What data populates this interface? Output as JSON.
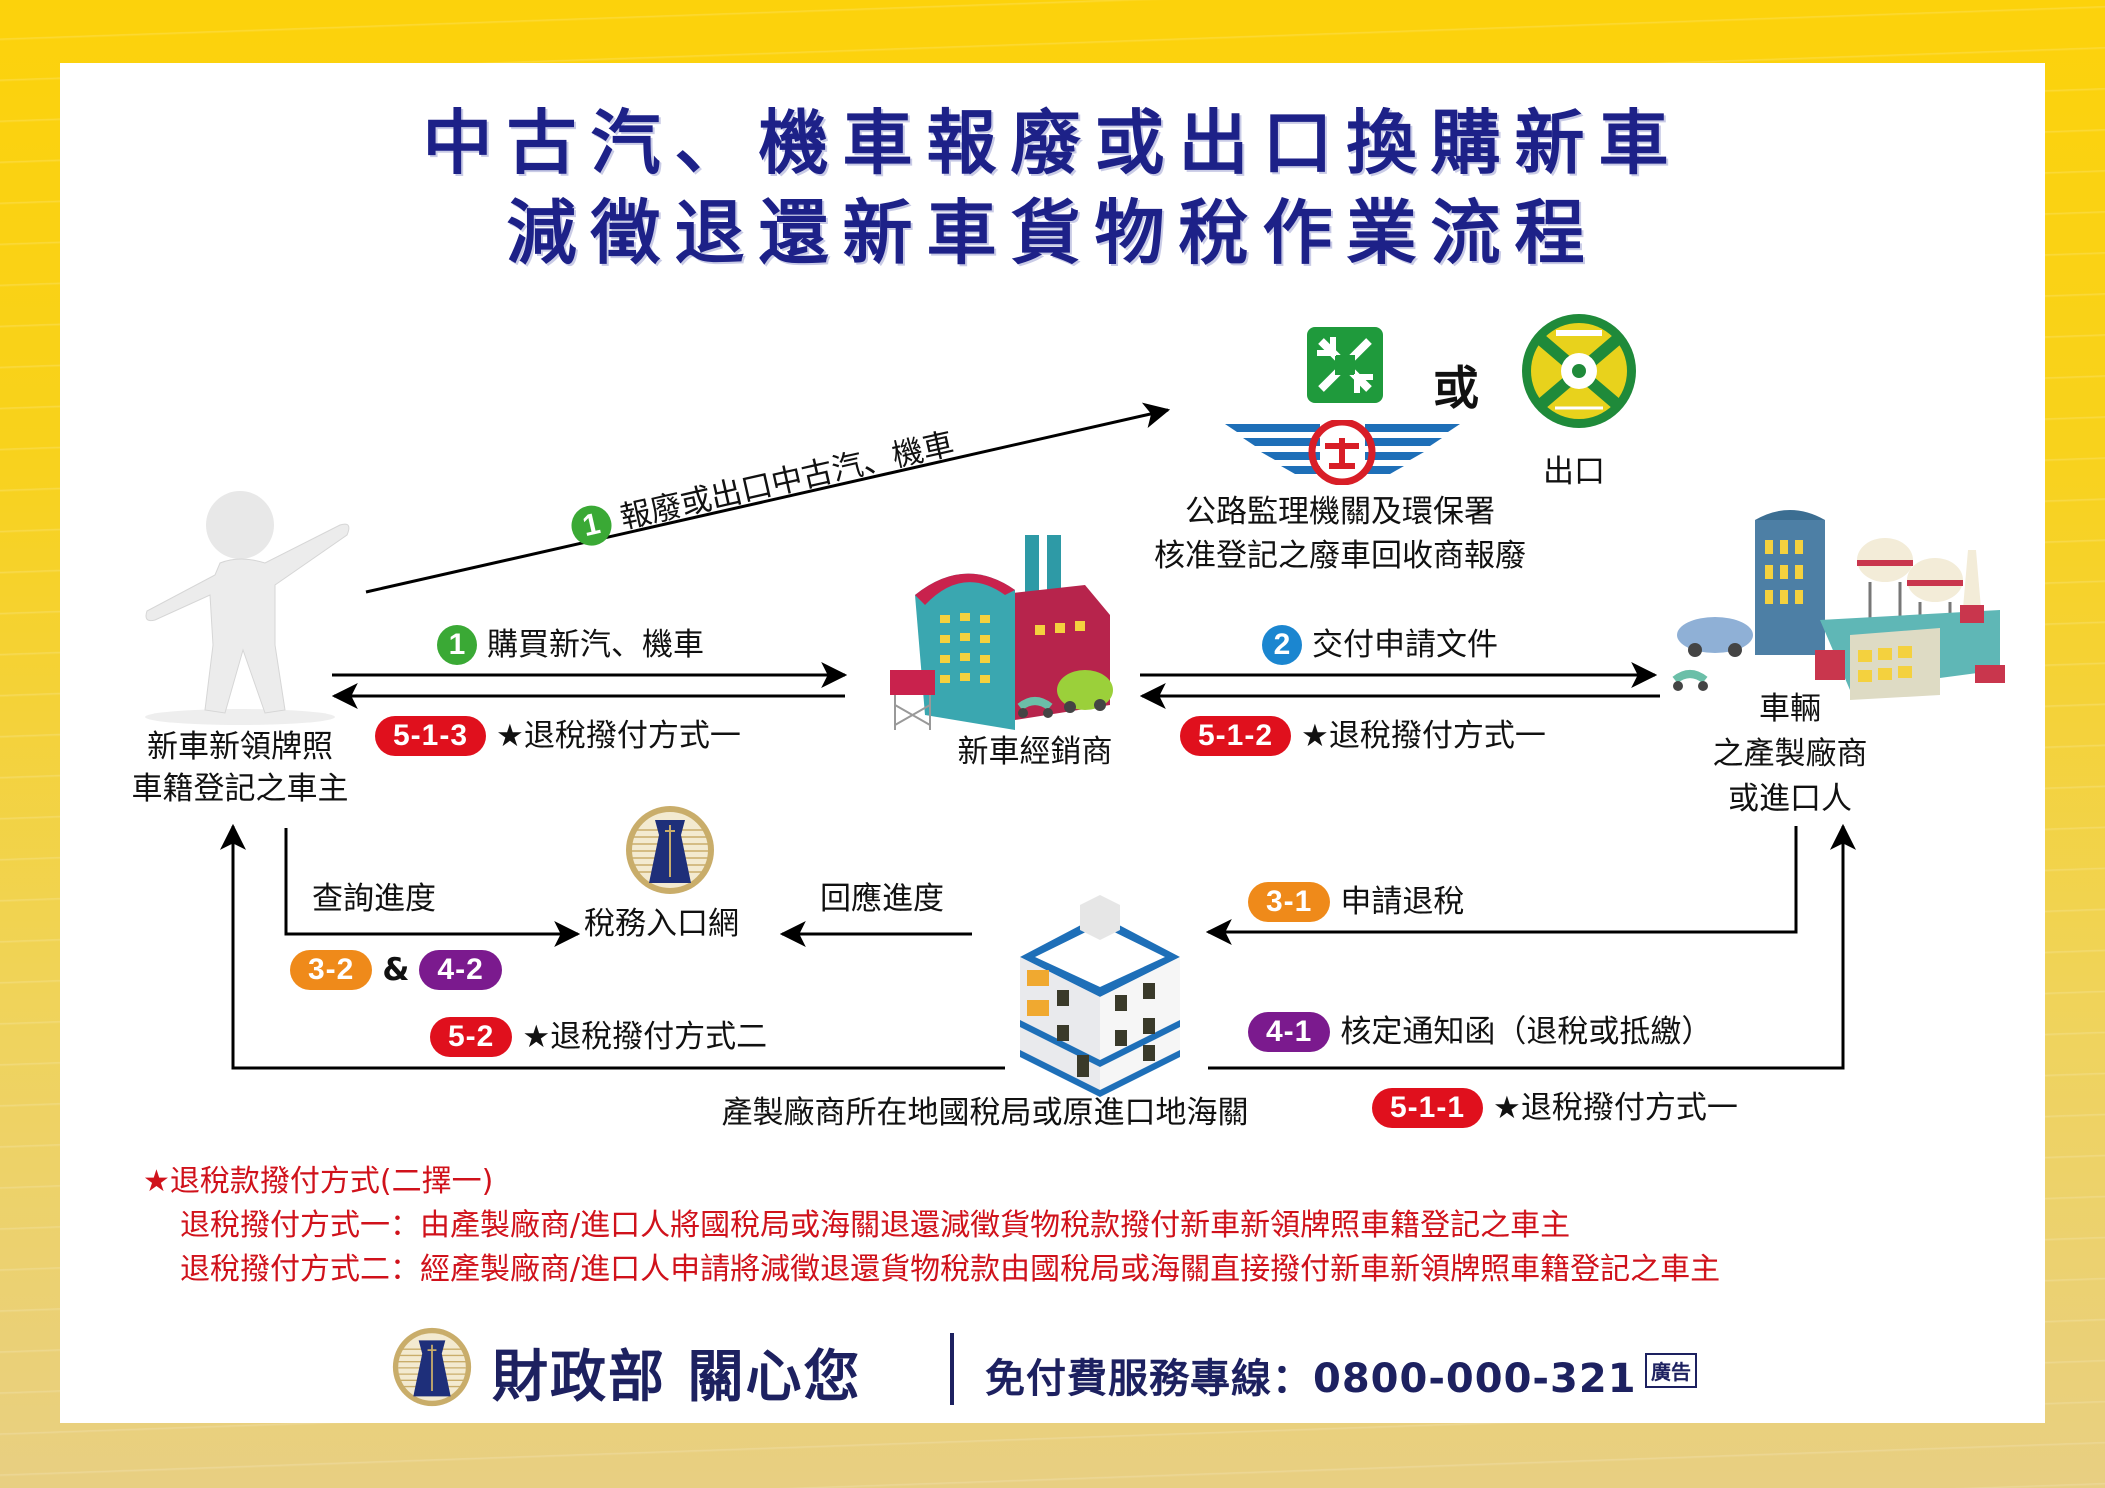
{
  "title": {
    "line1": "中古汽、機車報廢或出口換購新車",
    "line2": "減徵退還新車貨物稅作業流程"
  },
  "colors": {
    "title_navy": "#1d2188",
    "green_step": "#3aa935",
    "blue_step": "#1b86d0",
    "red_step": "#e0101d",
    "orange_step": "#ef8a1a",
    "purple_step": "#7b1a8e",
    "note_red": "#d0121b",
    "frame_yellow": "#fcd20b"
  },
  "nodes": {
    "owner": {
      "icon": "person-3d-icon",
      "line1": "新車新領牌照",
      "line2": "車籍登記之車主"
    },
    "dealer": {
      "icon": "dealer-factory-icon",
      "label": "新車經銷商"
    },
    "manufacturer": {
      "icon": "manufacturer-factory-icon",
      "line1": "車輛",
      "line2": "之產製廠商",
      "line3": "或進口人"
    },
    "scrap": {
      "icons": [
        "epa-recycle-logo",
        "highway-bureau-logo"
      ],
      "or_label": "或",
      "line1": "公路監理機關及環保署",
      "line2": "核准登記之廢車回收商報廢"
    },
    "export": {
      "icon": "customs-emblem-logo",
      "label": "出口"
    },
    "tax_portal": {
      "icon": "mof-emblem-icon",
      "label": "稅務入口網"
    },
    "tax_office": {
      "icon": "office-building-icon",
      "label": "產製廠商所在地國稅局或原進口地海關"
    }
  },
  "steps": {
    "s1_scrap": {
      "badge": "1",
      "text": "報廢或出口中古汽、機車"
    },
    "s1_buy": {
      "badge": "1",
      "text": "購買新汽、機車"
    },
    "s2": {
      "badge": "2",
      "text": "交付申請文件"
    },
    "s513": {
      "badge": "5-1-3",
      "text": "★退稅撥付方式一"
    },
    "s512": {
      "badge": "5-1-2",
      "text": "★退稅撥付方式一"
    },
    "s31": {
      "badge": "3-1",
      "text": "申請退稅"
    },
    "s41": {
      "badge": "4-1",
      "text": "核定通知函（退稅或抵繳）"
    },
    "s511": {
      "badge": "5-1-1",
      "text": "★退稅撥付方式一"
    },
    "s52": {
      "badge": "5-2",
      "text": "★退稅撥付方式二"
    },
    "query": {
      "text": "查詢進度"
    },
    "respond": {
      "text": "回應進度"
    },
    "s32": {
      "badge": "3-2"
    },
    "amp": "&",
    "s42": {
      "badge": "4-2"
    }
  },
  "notes": {
    "heading": "★退稅款撥付方式(二擇一)",
    "method1": "退稅撥付方式一：由產製廠商/進口人將國稅局或海關退還減徵貨物稅款撥付新車新領牌照車籍登記之車主",
    "method2": "退稅撥付方式二：經產製廠商/進口人申請將減徵退還貨物稅款由國稅局或海關直接撥付新車新領牌照車籍登記之車主"
  },
  "footer": {
    "brand": "財政部 關心您",
    "hotline_label": "免付費服務專線：0800-000-321",
    "ad_tag": "廣告"
  }
}
